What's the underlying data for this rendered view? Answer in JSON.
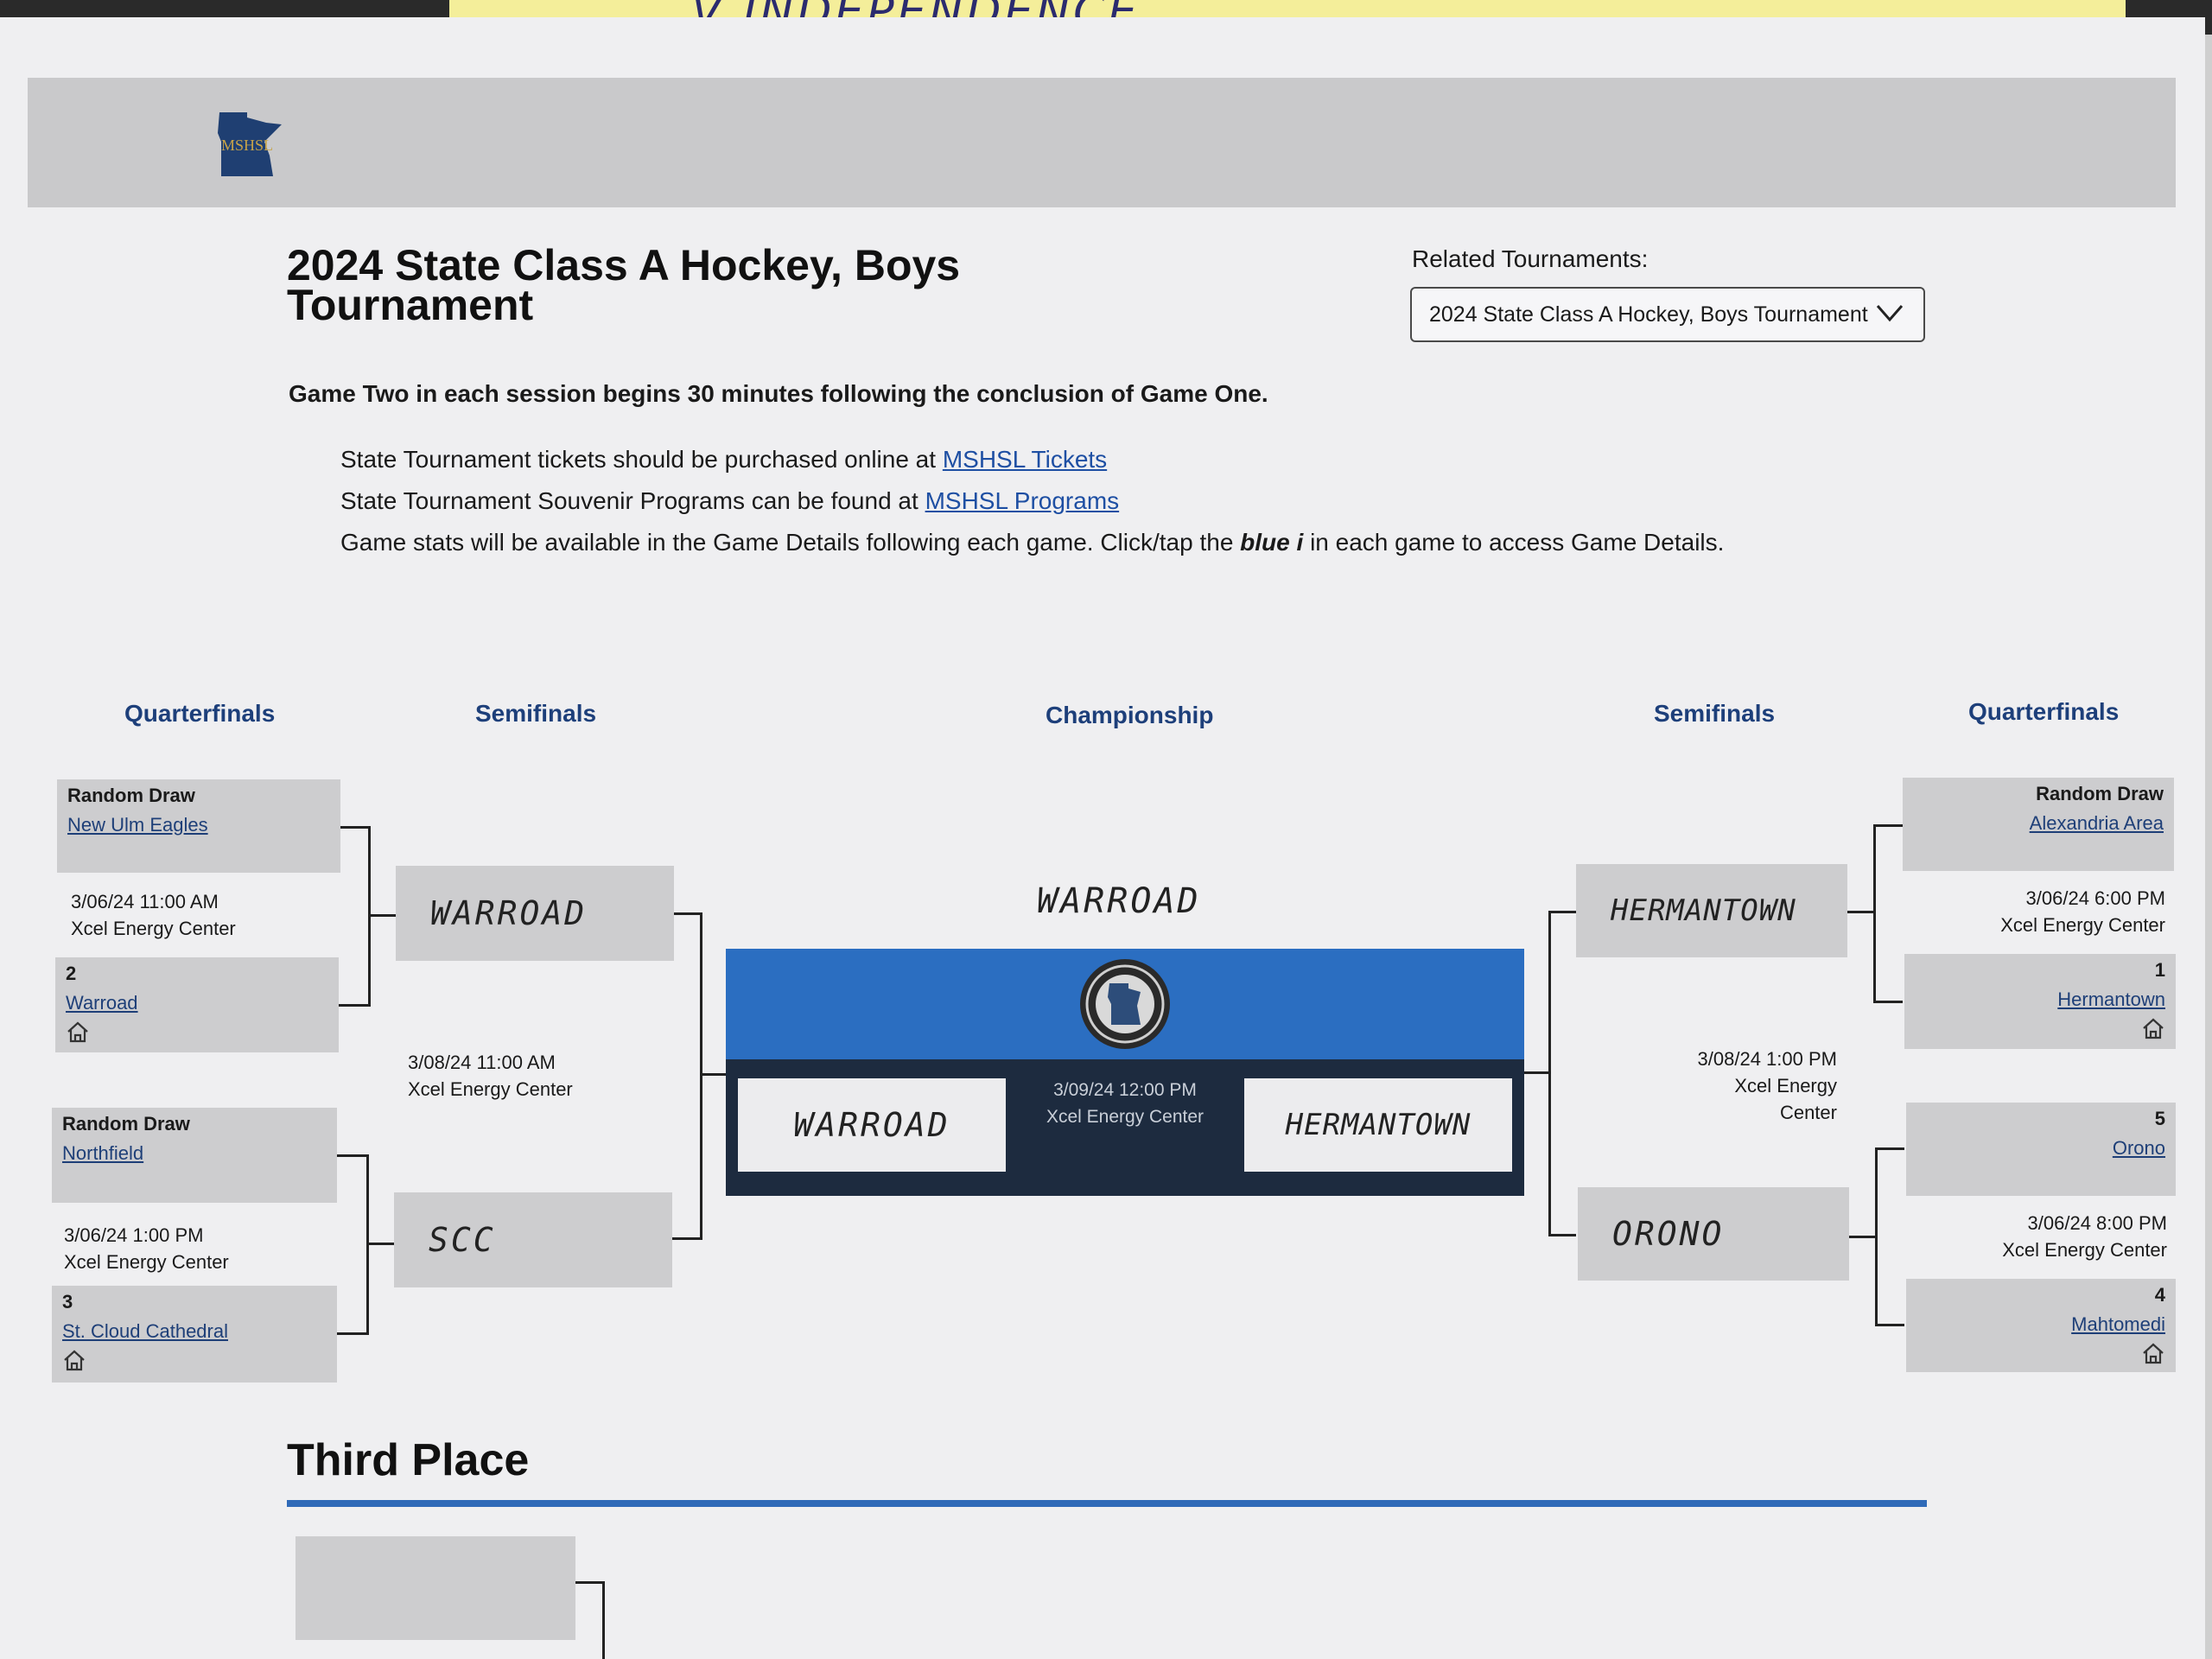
{
  "page": {
    "title": "2024 State Class A Hockey, Boys Tournament",
    "related_label": "Related Tournaments:",
    "related_selected": "2024 State Class A Hockey, Boys Tournament",
    "notice": "Game Two in each session begins 30 minutes following the conclusion of Game One.",
    "tickets_text": "State Tournament tickets should be purchased online at",
    "tickets_link": "MSHSL Tickets",
    "programs_text": "State Tournament Souvenir Programs can be found at",
    "programs_link": "MSHSL Programs",
    "stats_text_pre": "Game stats will be available in the Game Details following each game. Click/tap the",
    "stats_text_em": "blue i",
    "stats_text_post": "in each game to access Game Details.",
    "logo_text": "MSHSL"
  },
  "rounds": {
    "left_quarter": "Quarterfinals",
    "left_semi": "Semifinals",
    "championship": "Championship",
    "right_semi": "Semifinals",
    "right_quarter": "Quarterfinals"
  },
  "left_qf": [
    {
      "top_seed": "Random Draw",
      "top_team": "New Ulm Eagles",
      "date": "3/06/24 11:00 AM",
      "venue": "Xcel Energy Center",
      "bottom_seed": "2",
      "bottom_team": "Warroad"
    },
    {
      "top_seed": "Random Draw",
      "top_team": "Northfield",
      "date": "3/06/24 1:00 PM",
      "venue": "Xcel Energy Center",
      "bottom_seed": "3",
      "bottom_team": "St. Cloud Cathedral"
    }
  ],
  "right_qf": [
    {
      "top_seed": "Random Draw",
      "top_team": "Alexandria Area",
      "date": "3/06/24 6:00 PM",
      "venue": "Xcel Energy Center",
      "bottom_seed": "1",
      "bottom_team": "Hermantown"
    },
    {
      "top_seed": "5",
      "top_team": "Orono",
      "date": "3/06/24 8:00 PM",
      "venue": "Xcel Energy Center",
      "bottom_seed": "4",
      "bottom_team": "Mahtomedi"
    }
  ],
  "left_sf": {
    "top_hand": "WARROAD",
    "bottom_hand": "SCC",
    "date": "3/08/24 11:00 AM",
    "venue": "Xcel Energy Center"
  },
  "right_sf": {
    "top_hand": "HERMANTOWN",
    "bottom_hand": "ORONO",
    "date": "3/08/24 1:00 PM",
    "venue": "Xcel Energy Center"
  },
  "championship": {
    "winner_hand": "WARROAD",
    "left_hand": "WARROAD",
    "right_hand": "HERMANTOWN",
    "date": "3/09/24 12:00 PM",
    "venue": "Xcel Energy Center"
  },
  "third_place": {
    "title": "Third Place"
  },
  "sticky_note": {
    "text": "V INDEPENDENCE"
  },
  "colors": {
    "round_title": "#1d3f7a",
    "link": "#1e3f78",
    "champ_blue": "#2b6ec1",
    "champ_dark": "#1d2b3f",
    "third_rule": "#2f6ab8"
  }
}
